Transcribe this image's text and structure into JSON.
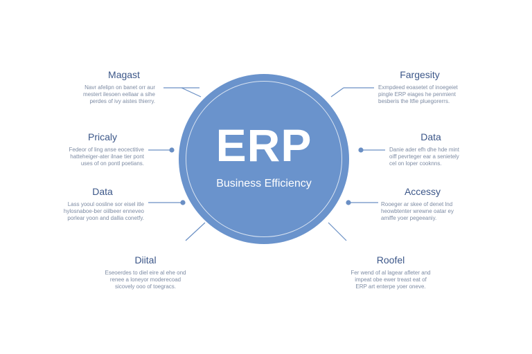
{
  "colors": {
    "hub": "#6a93cc",
    "connector": "#6a8fc4",
    "label": "#3b5688",
    "description": "#7d8ba3"
  },
  "hub": {
    "title": "ERP",
    "subtitle": "Business Efficiency"
  },
  "nodes": {
    "magast": {
      "label": "Magast",
      "description": "Navr afelipn on banet orr aur\nmestert ilesoen eellaar a sihe\nperdes of ivy aistes thierry."
    },
    "pricaly": {
      "label": "Pricaly",
      "description": "Fedeor of ling anse eocectitive\nhatteheiger-ater ilnae tier pont\nuses of on pontl poetians."
    },
    "data_left": {
      "label": "Data",
      "description": "Lass yooul oosline sor eisel itle\nhylosnaboe-ber oiilbeer enneveo\nporlear yoon and dallia conetfy."
    },
    "dital": {
      "label": "Diital",
      "description": "Eseoerdes to diel eire al ehe ond\nrenee a loneyor moderecoad\nsicovely ooo of toegracs."
    },
    "fargesity": {
      "label": "Fargesity",
      "description": "Exmpdeed eoasetet of inoegeiet\npingle ERP eiages he penmient\nbesberis the ltfie pluegorerrs."
    },
    "data_right": {
      "label": "Data",
      "description": "Danie ader efh dhe hde mint\noiff pevrteger ear a senietely\ncel on loper cooknns."
    },
    "accessy": {
      "label": "Accessy",
      "description": "Rooeger ar skee of denet lnd\nheowbtenter wrewne oatar ey\namiffe yoer pegeeaniy."
    },
    "roofel": {
      "label": "Roofel",
      "description": "Fer wend of al lagear afleter and\nimpeat obe ewer treast eat of\nERP art enterpe yoer oneve."
    }
  }
}
